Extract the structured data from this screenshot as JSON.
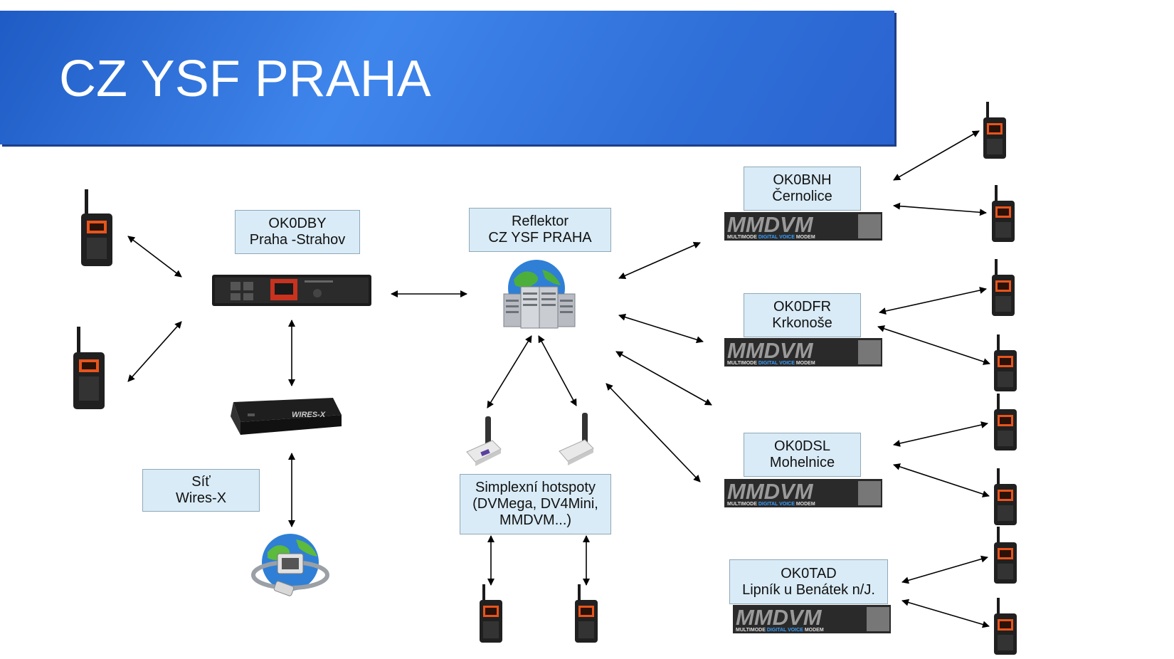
{
  "title": "CZ YSF PRAHA",
  "boxes": {
    "ok0dby": {
      "line1": "OK0DBY",
      "line2": "Praha -Strahov"
    },
    "reflektor": {
      "line1": "Reflektor",
      "line2": "CZ YSF PRAHA"
    },
    "sit": {
      "line1": "Síť",
      "line2": "Wires-X"
    },
    "hotspoty": {
      "line1": "Simplexní hotspoty",
      "line2": "(DVMega, DV4Mini,",
      "line3": "MMDVM...)"
    },
    "ok0bnh": {
      "line1": "OK0BNH",
      "line2": "Černolice"
    },
    "ok0dfr": {
      "line1": "OK0DFR",
      "line2": "Krkonoše"
    },
    "ok0dsl": {
      "line1": "OK0DSL",
      "line2": "Mohelnice"
    },
    "ok0tad": {
      "line1": "OK0TAD",
      "line2": "Lipník u Benátek n/J."
    }
  },
  "mmdvm_logo": {
    "word": "MMDVM",
    "tagline_a": "MULTIMODE ",
    "tagline_b": "DIGITAL VOICE",
    "tagline_c": " MODEM"
  },
  "wiresx_logo": {
    "text": "WIRES-X"
  },
  "colors": {
    "title_bar": "#2f6fd8",
    "box_fill": "#d9ebf6",
    "box_border": "#8fa8b8",
    "radio_display": "#e8541c",
    "mmdvm_blue": "#1e90ff"
  }
}
